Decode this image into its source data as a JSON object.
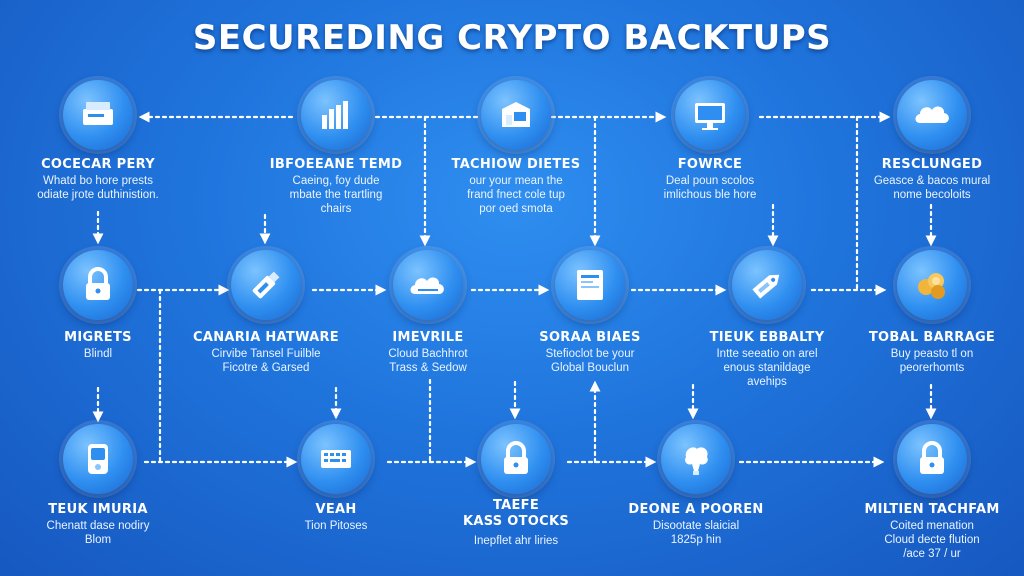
{
  "title": "SECUREDING CRYPTO BACKTUPS",
  "nodes": [
    {
      "label": "COCECAR PERY",
      "desc": "Whatd bo hore prests\nodiate jrote duthinistion.",
      "icon": "file-box-icon"
    },
    {
      "label": "IBFOEEANE TEMD",
      "desc": "Caeing, foy dude\nmbate the trartling\nchairs",
      "icon": "bar-chart-icon"
    },
    {
      "label": "TACHIOW DIETES",
      "desc": "our your mean the\nfrand fnect cole tup\npor oed smota",
      "icon": "hardware-device-icon"
    },
    {
      "label": "FOWRCE",
      "desc": "Deal poun scolos\nimlichous ble hore",
      "icon": "monitor-icon"
    },
    {
      "label": "RESCLUNGED",
      "desc": "Geasce & bacos mural\nnome becoloits",
      "icon": "cloud-icon"
    },
    {
      "label": "MIGRETS",
      "desc": "Blindl",
      "icon": "padlock-icon"
    },
    {
      "label": "CANARIA HATWARE",
      "desc": "Cirvibe Tansel Fuilble\nFicotre & Garsed",
      "icon": "usb-drive-icon"
    },
    {
      "label": "IMEVRILE",
      "desc": "Cloud Bachhrot\nTrass & Sedow",
      "icon": "cloud-storage-icon"
    },
    {
      "label": "SORAA BIAES",
      "desc": "Stefioclot be your\nGlobal Bouclun",
      "icon": "document-icon"
    },
    {
      "label": "TIEUK EBBALTY",
      "desc": "Intte seeatio on arel\nenous stanildage\navehips",
      "icon": "tag-icon"
    },
    {
      "label": "TOBAL BARRAGE",
      "desc": "Buy peasto tl on\npeorerhomts",
      "icon": "gold-coins-icon"
    },
    {
      "label": "TEUK IMURIA",
      "desc": "Chenatt dase nodiry\nBlom",
      "icon": "hardware-wallet-icon"
    },
    {
      "label": "VEAH",
      "desc": "Tion Pitoses",
      "icon": "keyboard-device-icon"
    },
    {
      "label": "TAEFE\nKASS OTOCKS",
      "desc": "Inepflet ahr liries",
      "icon": "padlock-icon"
    },
    {
      "label": "DEONE A POOREN",
      "desc": "Disootate slaicial\n1825p hin",
      "icon": "brain-key-icon"
    },
    {
      "label": "MILTIEN TACHFAM",
      "desc": "Coited menation\nCloud decte flution\n/ace 37 / ur",
      "icon": "padlock-icon"
    }
  ]
}
